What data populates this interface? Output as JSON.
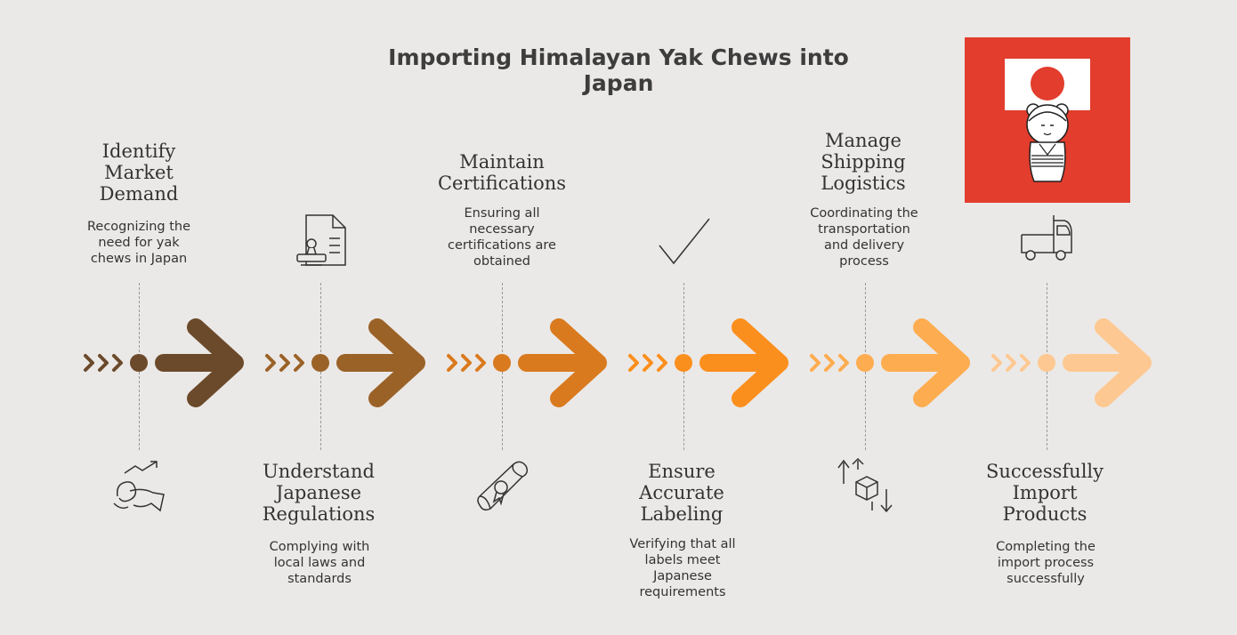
{
  "title": "Importing Himalayan Yak Chews into Japan",
  "colors": [
    "#6b4a2b",
    "#9b6228",
    "#d97a1e",
    "#fb8f1d",
    "#fdac4f",
    "#fdc891"
  ],
  "steps": [
    {
      "heading": [
        "Identify",
        "Market",
        "Demand"
      ],
      "description": [
        "Recognizing the",
        "need for yak",
        "chews in Japan"
      ],
      "icon": "growth-chart-icon"
    },
    {
      "heading": [
        "Understand",
        "Japanese",
        "Regulations"
      ],
      "description": [
        "Complying with",
        "local laws and",
        "standards"
      ],
      "icon": "document-stamp-icon"
    },
    {
      "heading": [
        "Maintain",
        "Certifications"
      ],
      "description": [
        "Ensuring all",
        "necessary",
        "certifications are",
        "obtained"
      ],
      "icon": "diploma-scroll-icon"
    },
    {
      "heading": [
        "Ensure",
        "Accurate",
        "Labeling"
      ],
      "description": [
        "Verifying that all",
        "labels meet",
        "Japanese",
        "requirements"
      ],
      "icon": "checkmark-icon"
    },
    {
      "heading": [
        "Manage",
        "Shipping",
        "Logistics"
      ],
      "description": [
        "Coordinating the",
        "transportation",
        "and delivery",
        "process"
      ],
      "icon": "package-exchange-icon"
    },
    {
      "heading": [
        "Successfully",
        "Import",
        "Products"
      ],
      "description": [
        "Completing the",
        "import process",
        "successfully"
      ],
      "icon": "delivery-truck-icon"
    }
  ]
}
